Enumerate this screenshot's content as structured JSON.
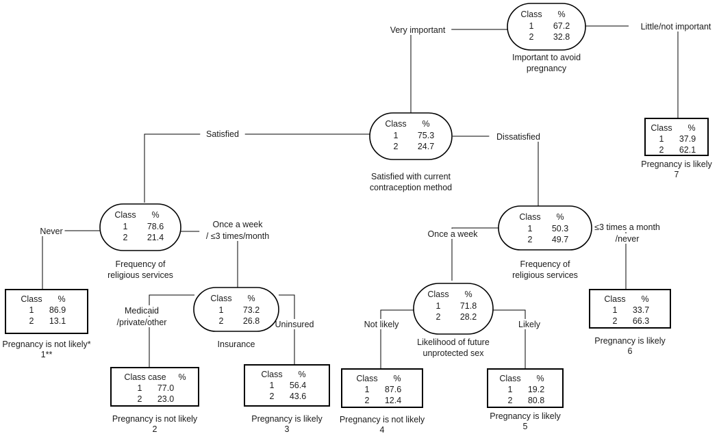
{
  "nodes": {
    "root": {
      "header": [
        "Class",
        "%"
      ],
      "rows": [
        [
          "1",
          "67.2"
        ],
        [
          "2",
          "32.8"
        ]
      ],
      "caption": [
        "Important to avoid",
        "pregnancy"
      ]
    },
    "n2": {
      "header": [
        "Class",
        "%"
      ],
      "rows": [
        [
          "1",
          "75.3"
        ],
        [
          "2",
          "24.7"
        ]
      ],
      "caption": [
        "Satisfied with current",
        "contraception method"
      ]
    },
    "n3": {
      "header": [
        "Class",
        "%"
      ],
      "rows": [
        [
          "1",
          "78.6"
        ],
        [
          "2",
          "21.4"
        ]
      ],
      "caption": [
        "Frequency of",
        "religious services"
      ]
    },
    "n4": {
      "header": [
        "Class",
        "%"
      ],
      "rows": [
        [
          "1",
          "73.2"
        ],
        [
          "2",
          "26.8"
        ]
      ],
      "caption": [
        "Insurance"
      ]
    },
    "n5": {
      "header": [
        "Class",
        "%"
      ],
      "rows": [
        [
          "1",
          "50.3"
        ],
        [
          "2",
          "49.7"
        ]
      ],
      "caption": [
        "Frequency of",
        "religious services"
      ]
    },
    "n6": {
      "header": [
        "Class",
        "%"
      ],
      "rows": [
        [
          "1",
          "71.8"
        ],
        [
          "2",
          "28.2"
        ]
      ],
      "caption": [
        "Likelihood of future",
        "unprotected sex"
      ]
    }
  },
  "leaves": {
    "leaf7": {
      "header": [
        "Class",
        "%"
      ],
      "rows": [
        [
          "1",
          "37.9"
        ],
        [
          "2",
          "62.1"
        ]
      ],
      "caption": [
        "Pregnancy is likely",
        "7"
      ]
    },
    "leaf1": {
      "header": [
        "Class",
        "%"
      ],
      "rows": [
        [
          "1",
          "86.9"
        ],
        [
          "2",
          "13.1"
        ]
      ],
      "caption": [
        "Pregnancy is not likely*",
        "1**"
      ]
    },
    "leaf2": {
      "header": [
        "Class case",
        "%"
      ],
      "rows": [
        [
          "1",
          "77.0"
        ],
        [
          "2",
          "23.0"
        ]
      ],
      "caption": [
        "Pregnancy is not likely",
        "2"
      ]
    },
    "leaf3": {
      "header": [
        "Class",
        "%"
      ],
      "rows": [
        [
          "1",
          "56.4"
        ],
        [
          "2",
          "43.6"
        ]
      ],
      "caption": [
        "Pregnancy is likely",
        "3"
      ]
    },
    "leaf4": {
      "header": [
        "Class",
        "%"
      ],
      "rows": [
        [
          "1",
          "87.6"
        ],
        [
          "2",
          "12.4"
        ]
      ],
      "caption": [
        "Pregnancy is not likely",
        "4"
      ]
    },
    "leaf5": {
      "header": [
        "Class",
        "%"
      ],
      "rows": [
        [
          "1",
          "19.2"
        ],
        [
          "2",
          "80.8"
        ]
      ],
      "caption": [
        "Pregnancy is likely",
        "5"
      ]
    },
    "leaf6": {
      "header": [
        "Class",
        "%"
      ],
      "rows": [
        [
          "1",
          "33.7"
        ],
        [
          "2",
          "66.3"
        ]
      ],
      "caption": [
        "Pregnancy is likely",
        "6"
      ]
    }
  },
  "edge_labels": {
    "very_important": [
      "Very important"
    ],
    "little_not_important": [
      "Little/not important"
    ],
    "satisfied": [
      "Satisfied"
    ],
    "dissatisfied": [
      "Dissatisfied"
    ],
    "never": [
      "Never"
    ],
    "once_week_3times": [
      "Once a week",
      "/ ≤3 times/month"
    ],
    "medicaid": [
      "Medicaid",
      "/private/other"
    ],
    "uninsured": [
      "Uninsured"
    ],
    "once_week": [
      "Once a week"
    ],
    "three_times_never": [
      "≤3 times a month",
      "/never"
    ],
    "not_likely": [
      "Not likely"
    ],
    "likely": [
      "Likely"
    ]
  }
}
